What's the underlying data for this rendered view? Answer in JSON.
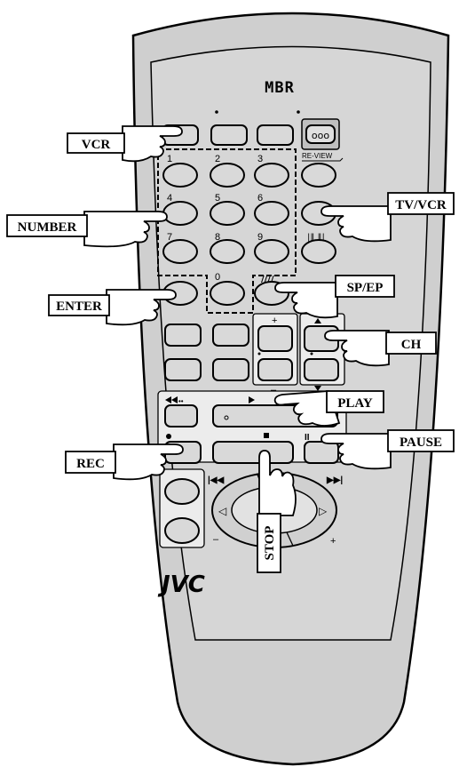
{
  "remote": {
    "brand": "JVC",
    "top_logo": "MBR",
    "labels": {
      "review": "RE-VIEW",
      "num1": "1",
      "num2": "2",
      "num3": "3",
      "num4": "4",
      "num5": "5",
      "num6": "6",
      "num7": "7",
      "num8": "8",
      "num9": "9",
      "num0": "0",
      "plus1": "+",
      "minus1": "–",
      "plus2": "+",
      "minus2": "–"
    }
  },
  "callouts": {
    "vcr": "VCR",
    "number": "NUMBER",
    "enter": "ENTER",
    "tv_vcr": "TV/VCR",
    "sp_ep": "SP/EP",
    "ch": "CH",
    "play": "PLAY",
    "pause": "PAUSE",
    "rec": "REC",
    "stop": "STOP"
  }
}
